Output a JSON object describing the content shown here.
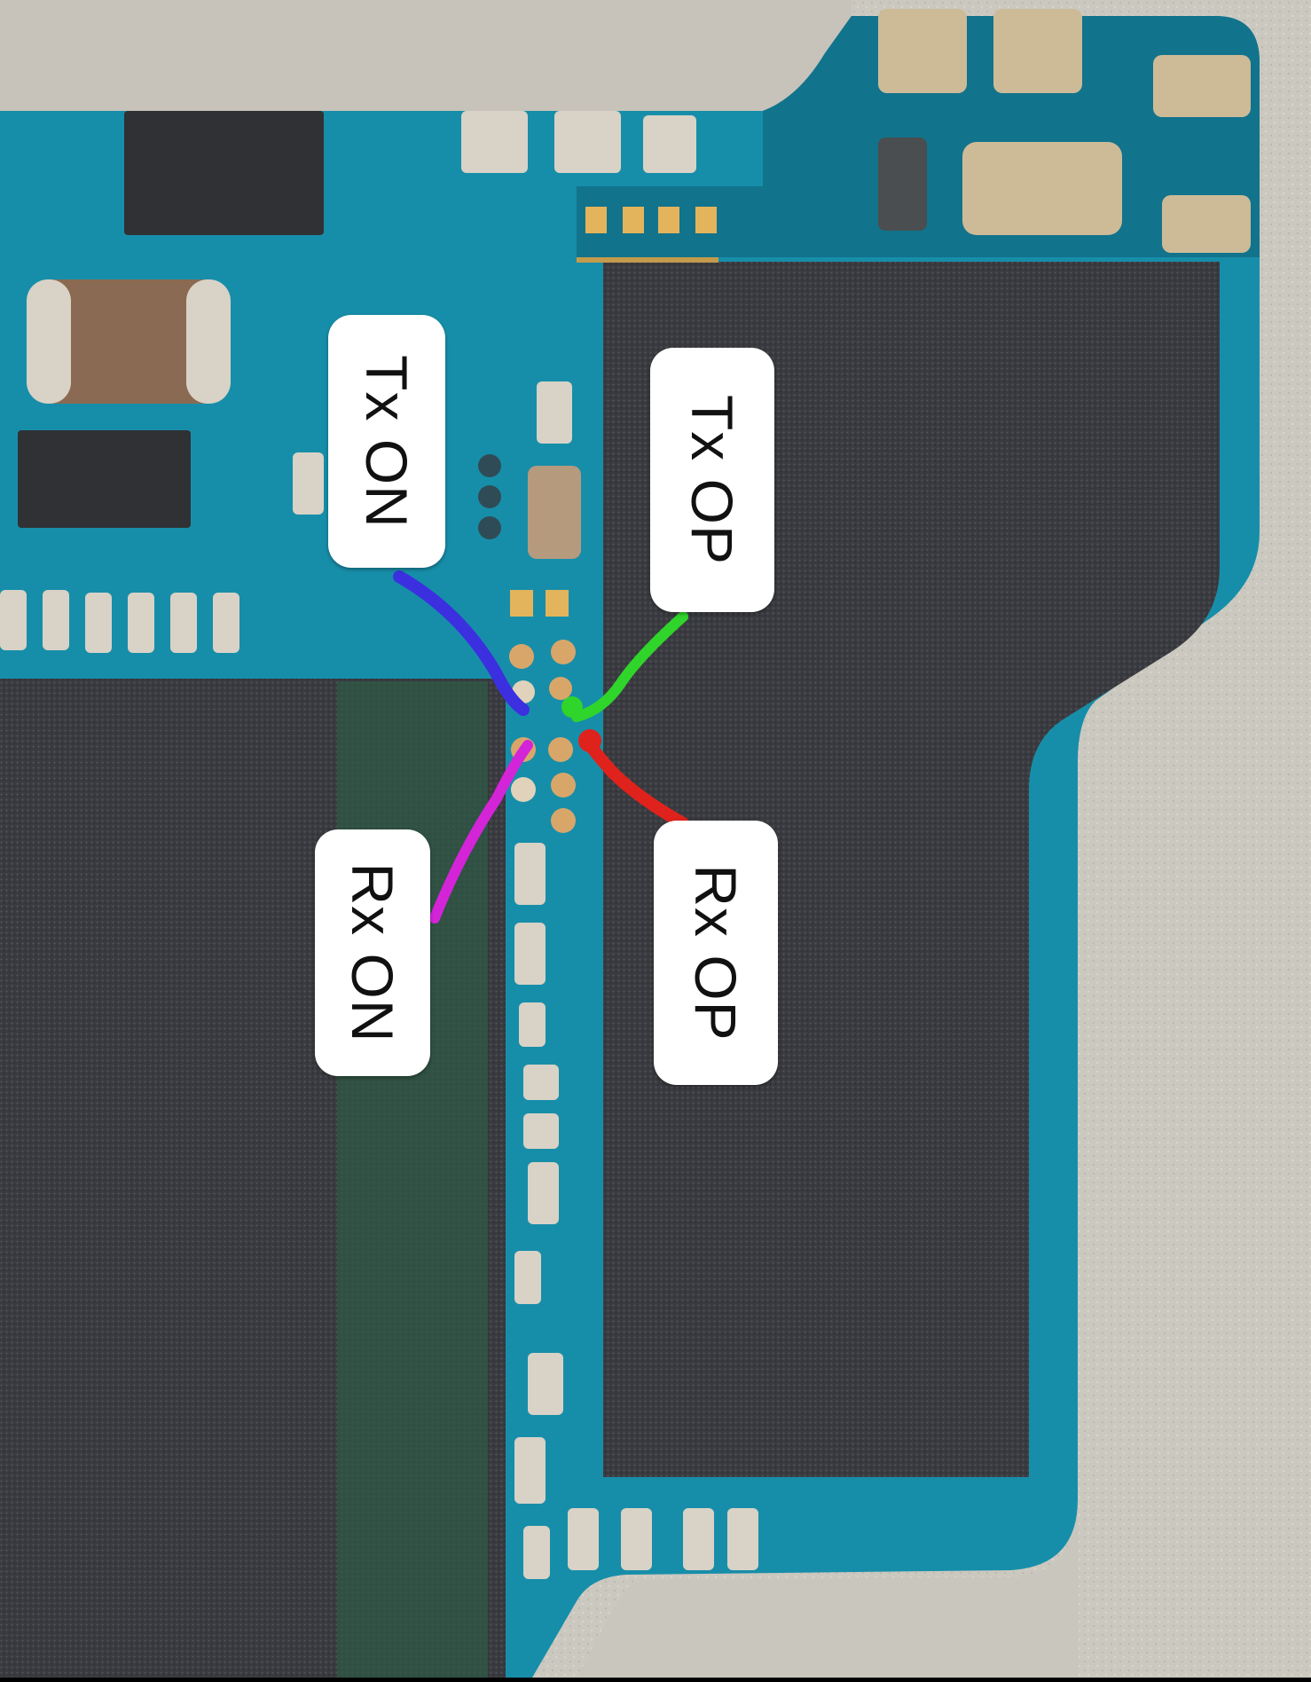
{
  "photo": {
    "subject": "circuit board close-up with annotated test points",
    "labels": {
      "tx_on": "Tx ON",
      "tx_op": "Tx OP",
      "rx_on": "Rx ON",
      "rx_op": "Rx OP"
    },
    "wire_colors": {
      "tx_on": "#3b2fe0",
      "tx_op": "#2fd52a",
      "rx_on": "#d424d8",
      "rx_op": "#e0221c"
    },
    "colors": {
      "pcb_teal": "#1a8fa8",
      "pcb_dark_teal": "#0f6f86",
      "chip_black": "#3a3b40",
      "metal_shield": "#c9c6bd",
      "green_strip": "#2d5a44"
    }
  }
}
